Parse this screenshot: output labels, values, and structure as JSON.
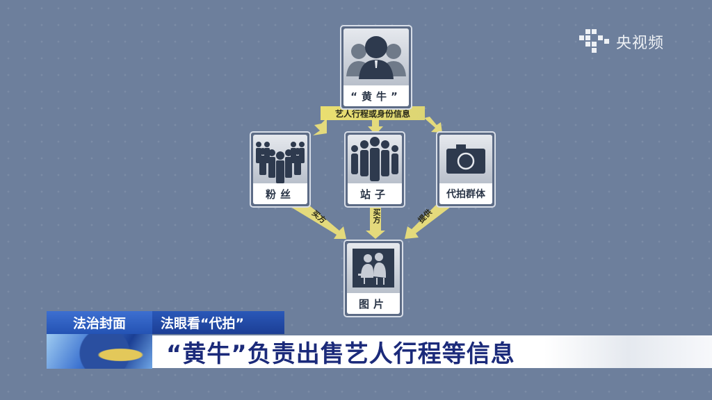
{
  "logo": {
    "text": "央视频",
    "icon": "cctv-video-logo-icon"
  },
  "diagram": {
    "source_node": {
      "label": "“黄牛”",
      "icon": "scalper-person-icon"
    },
    "top_edge_label": "艺人行程或身份信息",
    "middle_nodes": [
      {
        "label": "粉丝",
        "icon": "fans-crowd-icon"
      },
      {
        "label": "站子",
        "icon": "fansite-group-icon"
      },
      {
        "label": "代拍群体",
        "icon": "camera-icon"
      }
    ],
    "bottom_edge_labels": [
      "买方",
      "买方",
      "提供"
    ],
    "target_node": {
      "label": "图片",
      "icon": "photo-people-icon"
    },
    "colors": {
      "arrow": "#efe27a",
      "background": "#6d7f9c",
      "card_border": "#d8dee8",
      "icon_dark": "#2e3a4e"
    }
  },
  "lower_third": {
    "program_tag": "法治封面",
    "topic_tag": "法眼看“代拍”",
    "headline": "“黄牛”负责出售艺人行程等信息"
  }
}
